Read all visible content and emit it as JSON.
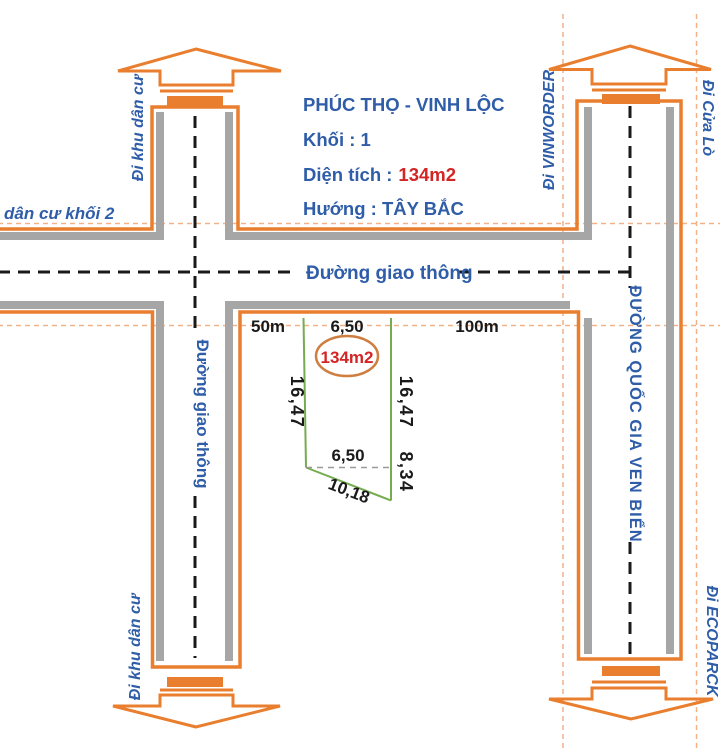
{
  "diagram": {
    "title": {
      "line1": "PHÚC THỌ - VINH LỘC",
      "line2": "Khối : 1",
      "line3_label": "Diện tích :",
      "line3_value": "134m2",
      "line4": "Hướng : TÂY BẮC"
    },
    "roads": {
      "horizontal_name": "Đường giao thông",
      "left_vertical_name": "Đường giao thông",
      "right_vertical_name": "ĐƯỜNG QUỐC GIA VEN BIỂN"
    },
    "directions": {
      "top_left": "Đi khu dân cư",
      "left_edge": "dân cư khối 2",
      "top_right_inner": "Đi VINWORDER",
      "top_right_outer": "Đi Cửa Lò",
      "bottom_left": "Đi khu dân cư",
      "bottom_right_outer": "Đi ECOPARCK"
    },
    "parcel": {
      "area_label": "134m2",
      "top_width": "6,50",
      "left_length": "16,47",
      "right_length": "16,47",
      "right_lower_length": "8,34",
      "inner_width": "6,50",
      "diagonal_length": "10,18",
      "distance_left": "50m",
      "distance_right": "100m"
    },
    "colors": {
      "road_orange": "#E97F2E",
      "shadow_gray": "#A6A6A6",
      "text_blue": "#2F5DA8",
      "value_red": "#D42525",
      "parcel_green": "#74AC4F",
      "guide_orange": "#F2B187",
      "dim_black": "#1A1A1A",
      "ellipse_stroke": "#CF7E40"
    }
  }
}
